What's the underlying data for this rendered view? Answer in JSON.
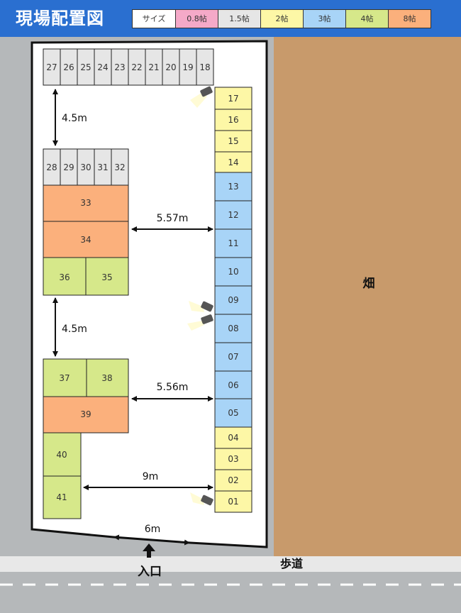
{
  "title": "現場配置図",
  "legend": {
    "label": "サイズ",
    "items": [
      {
        "label": "0.8帖",
        "color": "#f5a9c8"
      },
      {
        "label": "1.5帖",
        "color": "#e6e6e6"
      },
      {
        "label": "2帖",
        "color": "#fdf7a6"
      },
      {
        "label": "3帖",
        "color": "#a8d4f7"
      },
      {
        "label": "4帖",
        "color": "#d6e88a"
      },
      {
        "label": "8帖",
        "color": "#fbb07c"
      }
    ]
  },
  "colors": {
    "header": "#2a6fd0",
    "road": "#b5b8ba",
    "field": "#c89a6b",
    "sidewalk": "#e8e8e8"
  },
  "units": {
    "u27": "27",
    "u26": "26",
    "u25": "25",
    "u24": "24",
    "u23": "23",
    "u22": "22",
    "u21": "21",
    "u20": "20",
    "u19": "19",
    "u18": "18",
    "u28": "28",
    "u29": "29",
    "u30": "30",
    "u31": "31",
    "u32": "32",
    "u33": "33",
    "u34": "34",
    "u36": "36",
    "u35": "35",
    "u37": "37",
    "u38": "38",
    "u39": "39",
    "u40": "40",
    "u41": "41",
    "u17": "17",
    "u16": "16",
    "u15": "15",
    "u14": "14",
    "u13": "13",
    "u12": "12",
    "u11": "11",
    "u10": "10",
    "u09": "09",
    "u08": "08",
    "u07": "07",
    "u06": "06",
    "u05": "05",
    "u04": "04",
    "u03": "03",
    "u02": "02",
    "u01": "01"
  },
  "dimensions": {
    "gap_top": "4.5m",
    "gap_mid": "4.5m",
    "aisle_upper": "5.57m",
    "aisle_lower": "5.56m",
    "aisle_bottom": "9m",
    "entrance_width": "6m"
  },
  "labels": {
    "field": "畑",
    "entrance": "入口",
    "sidewalk": "歩道"
  }
}
